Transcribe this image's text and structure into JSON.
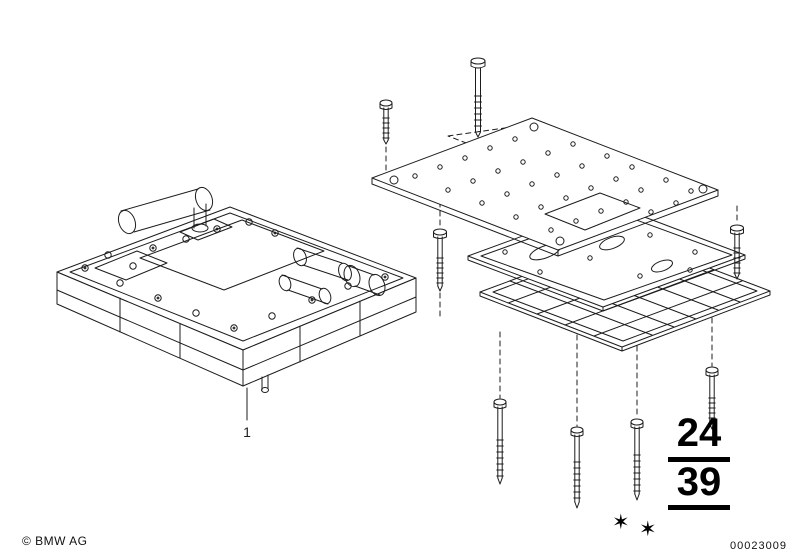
{
  "page": {
    "background": "#ffffff",
    "ink": "#1c1c1c"
  },
  "footer": {
    "copyright": "© BMW AG",
    "document_number": "00023009"
  },
  "section_code": {
    "numerator": "24",
    "denominator": "39"
  },
  "markers": {
    "stars": [
      "✶",
      "✶"
    ]
  },
  "callouts": [
    {
      "label": "1"
    }
  ]
}
